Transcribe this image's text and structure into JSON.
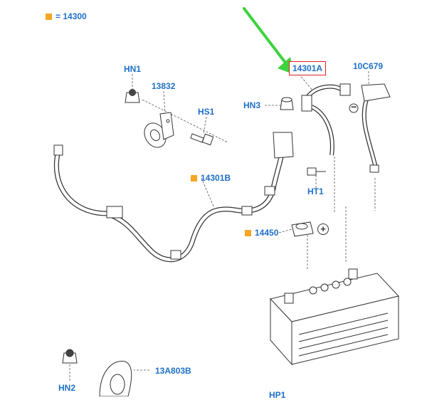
{
  "colors": {
    "label": "#1e6fc8",
    "legend_square": "#f5a623",
    "highlight_box": "#e02020",
    "arrow": "#3ed23e",
    "line_art": "#333333",
    "leader": "#555555"
  },
  "legend": {
    "equals_text": "= 14300"
  },
  "labels": {
    "hn1": "HN1",
    "part_13832": "13832",
    "hs1": "HS1",
    "hn3": "HN3",
    "part_14301a": "14301A",
    "part_10c679": "10C679",
    "part_14301b": "14301B",
    "ht1": "HT1",
    "part_14450": "14450",
    "part_13a803b": "13A803B",
    "hn2": "HN2",
    "hp1_partial": "HP1"
  },
  "terminal_signs": {
    "negative": "−",
    "positive": "+"
  }
}
